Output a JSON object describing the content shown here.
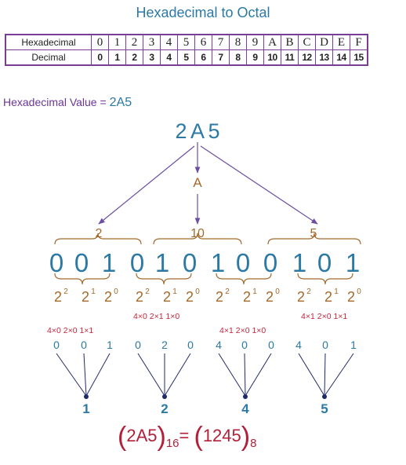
{
  "title": "Hexadecimal to Octal",
  "table": {
    "row_labels": [
      "Hexadecimal",
      "Decimal"
    ],
    "hex": [
      "0",
      "1",
      "2",
      "3",
      "4",
      "5",
      "6",
      "7",
      "8",
      "9",
      "A",
      "B",
      "C",
      "D",
      "E",
      "F"
    ],
    "dec": [
      "0",
      "1",
      "2",
      "3",
      "4",
      "5",
      "6",
      "7",
      "8",
      "9",
      "10",
      "11",
      "12",
      "13",
      "14",
      "15"
    ]
  },
  "hex_value_label": "Hexadecimal Value  =",
  "hex_value": "2A5",
  "top_digits": [
    "2",
    "A",
    "5"
  ],
  "middle_label": "A",
  "group_values": [
    "2",
    "10",
    "5"
  ],
  "bits": [
    "0",
    "0",
    "1",
    "0",
    "1",
    "0",
    "1",
    "0",
    "0",
    "1",
    "0",
    "1"
  ],
  "power_base": "2",
  "power_exps": [
    "2",
    "1",
    "0"
  ],
  "weight_calcs": [
    "4×0  2×0  1×1",
    "4×0  2×1  1×0",
    "4×1  2×0  1×0",
    "4×1  2×0  1×1"
  ],
  "partials": [
    [
      "0",
      "0",
      "1"
    ],
    [
      "0",
      "2",
      "0"
    ],
    [
      "4",
      "0",
      "0"
    ],
    [
      "4",
      "0",
      "1"
    ]
  ],
  "octal_digits": [
    "1",
    "2",
    "4",
    "5"
  ],
  "result": {
    "hex": "2A5",
    "hex_base": "16",
    "equals": "=",
    "oct": "1245",
    "oct_base": "8"
  },
  "colors": {
    "blue": "#2b79a4",
    "brown": "#a46a2c",
    "purple": "#7a3d96",
    "red": "#c8253c",
    "navy": "#1f2a6b",
    "arrow": "#6b4ea2"
  }
}
